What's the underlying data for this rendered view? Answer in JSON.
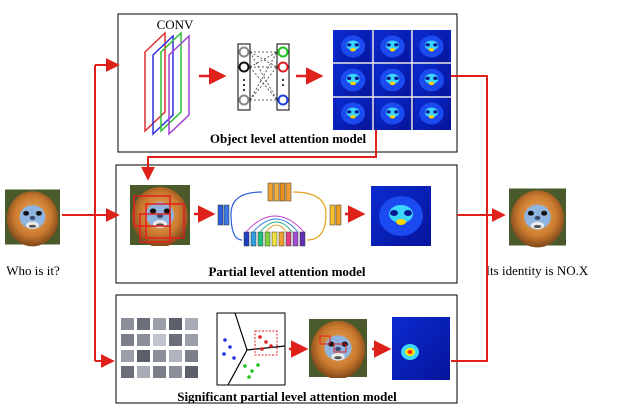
{
  "input_caption": "Who is it?",
  "output_caption": "Its identity is NO.X",
  "object_panel": {
    "title": "Object level attention model",
    "conv_label": "CONV"
  },
  "partial_panel": {
    "title": "Partial level attention model"
  },
  "significant_panel": {
    "title": "Significant partial level attention model"
  },
  "colors": {
    "arrow": "#e0201b",
    "panel_border": "#000000",
    "heat_low": "#0a1ab0",
    "heat_high": "#ff2a00",
    "face_fur": "#c9792e",
    "face_skin": "#7fa6d6"
  },
  "icons": [
    "monkey-face-image",
    "conv-layers",
    "neural-net",
    "attention-heatmap-grid",
    "encoder-decoder-network",
    "patch-grid",
    "cluster-scatter"
  ]
}
